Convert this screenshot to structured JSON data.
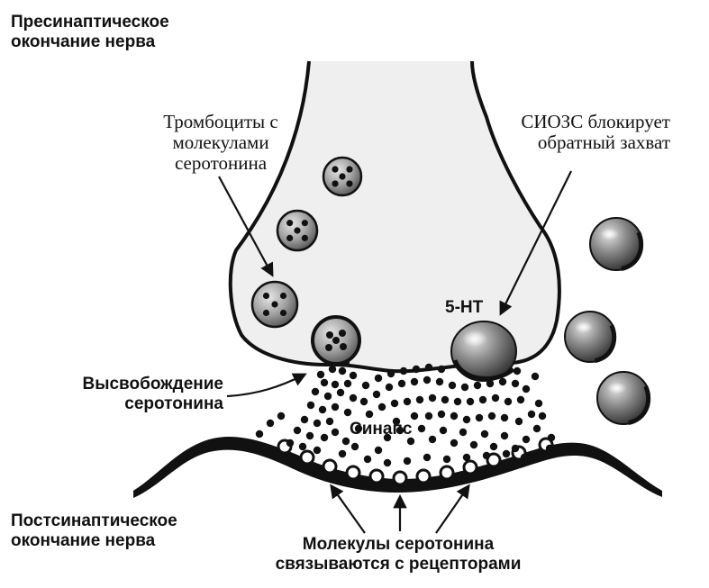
{
  "labels": {
    "presynaptic": [
      "Пресинаптическое",
      "окончание нерва"
    ],
    "platelets": [
      "Тромбоциты с",
      "молекулами",
      "серотонина"
    ],
    "ssri": [
      "СИОЗС блокирует",
      "обратный захват"
    ],
    "five_ht": "5-НТ",
    "release": [
      "Высвобождение",
      "серотонина"
    ],
    "synapse": "Синапс",
    "postsynaptic": [
      "Постсинаптическое",
      "окончание нерва"
    ],
    "binding": [
      "Молекулы серотонина",
      "связываются с рецепторами"
    ]
  },
  "colors": {
    "ink": "#111111",
    "terminal_fill": "#efefef",
    "vesicle_fill": "#9a9a9a",
    "transporter_fill": "#6e6e6e",
    "background": "#ffffff"
  }
}
